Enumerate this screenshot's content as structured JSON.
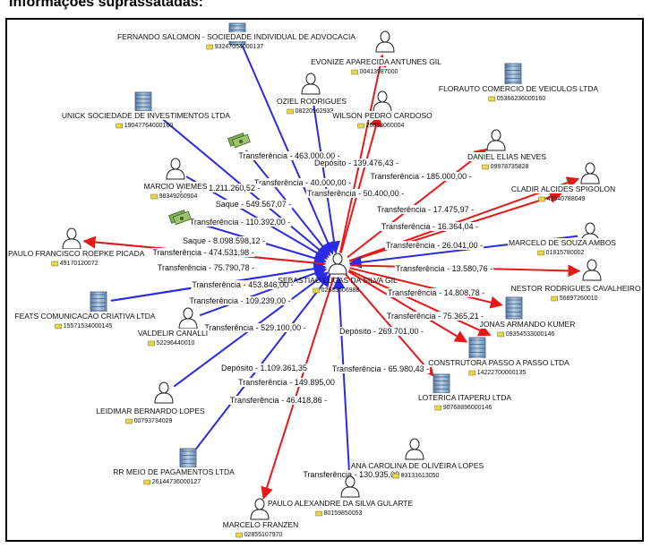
{
  "caption": "Informações suprassatadas:",
  "colors": {
    "blue": "#2a2ae8",
    "red": "#e81818",
    "frame": "#000000"
  },
  "center": {
    "name": "SEBASTIAO LUCAS DA SILVA GIL",
    "doc": "02683506988"
  },
  "nodes": [
    {
      "id": "fernando",
      "name": "FERNANDO SALOMON - SOCIEDADE INDIVIDUAL DE ADVOCACIA",
      "doc": "93247054000137",
      "icon": "building-icon"
    },
    {
      "id": "evonize",
      "name": "EVONIZE APARECIDA ANTUNES GIL",
      "doc": "00413987000",
      "icon": "person-icon"
    },
    {
      "id": "florauto",
      "name": "FLORAUTO COMERCIO DE VEICULOS LTDA",
      "doc": "05366236000160",
      "icon": "building-icon"
    },
    {
      "id": "oziel",
      "name": "OZIEL RODRIGUES",
      "doc": "08220962933",
      "icon": "person-icon"
    },
    {
      "id": "wilson",
      "name": "WILSON PEDRO CARDOSO",
      "doc": "26653060004",
      "icon": "person-icon"
    },
    {
      "id": "unick",
      "name": "UNICK SOCIEDADE DE INVESTIMENTOS LTDA",
      "doc": "19047764000160",
      "icon": "building-icon"
    },
    {
      "id": "daniel",
      "name": "DANIEL ELIAS NEVES",
      "doc": "09978735828",
      "icon": "person-icon"
    },
    {
      "id": "cladir",
      "name": "CLADIR ALCIDES SPIGOLON",
      "doc": "42940788049",
      "icon": "person-icon"
    },
    {
      "id": "marcio",
      "name": "MARCIO WIEMES",
      "doc": "98349260904",
      "icon": "person-icon"
    },
    {
      "id": "marcelos",
      "name": "MARCELO DE SOUZA AMBOS",
      "doc": "01815780002",
      "icon": "person-icon"
    },
    {
      "id": "paulof",
      "name": "PAULO FRANCISCO ROEPKE PICADA",
      "doc": "49170120072",
      "icon": "person-icon"
    },
    {
      "id": "nestor",
      "name": "NESTOR RODRIGUES CAVALHEIRO",
      "doc": "56897260010",
      "icon": "person-icon"
    },
    {
      "id": "feats",
      "name": "FEATS COMUNICACAO CRIATIVA LTDA",
      "doc": "15571534000145",
      "icon": "building-icon"
    },
    {
      "id": "jonas",
      "name": "JONAS ARMANDO KUMER",
      "doc": "09354533000146",
      "icon": "building-icon"
    },
    {
      "id": "valdelir",
      "name": "VALDELIR CANALLI",
      "doc": "52296440010",
      "icon": "person-icon"
    },
    {
      "id": "construtora",
      "name": "CONSTRUTORA PASSO A PASSO LTDA",
      "doc": "14222700000135",
      "icon": "building-icon"
    },
    {
      "id": "loterica",
      "name": "LOTERICA ITAPERU LTDA",
      "doc": "90768896000146",
      "icon": "building-icon"
    },
    {
      "id": "leidimar",
      "name": "LEIDIMAR BERNARDO LOPES",
      "doc": "00793734029",
      "icon": "person-icon"
    },
    {
      "id": "ana",
      "name": "ANA CAROLINA DE OLIVEIRA LOPES",
      "doc": "03131613050",
      "icon": "person-icon"
    },
    {
      "id": "rr",
      "name": "RR MEIO DE PAGAMENTOS LTDA",
      "doc": "26144736000127",
      "icon": "building-icon"
    },
    {
      "id": "pauloa",
      "name": "PAULO ALEXANDRE DA SILVA GULARTE",
      "doc": "80159850053",
      "icon": "person-icon"
    },
    {
      "id": "marcelof",
      "name": "MARCELO FRANZEN",
      "doc": "02855107970",
      "icon": "person-icon"
    },
    {
      "id": "money1",
      "name": "",
      "doc": "",
      "icon": "money-icon"
    },
    {
      "id": "money2",
      "name": "",
      "doc": "",
      "icon": "money-icon"
    }
  ],
  "edges": [
    {
      "label": "Transferência - 463.000,00 -",
      "color": "blue"
    },
    {
      "label": "Depósito - 139.476,43 -",
      "color": "red"
    },
    {
      "label": "Transferência - 40.000,00 -",
      "color": "blue"
    },
    {
      "label": "Transferência - 50.400,00 -",
      "color": "red"
    },
    {
      "label": "Transferência - 185.000,00 -",
      "color": "red"
    },
    {
      "label": "Depósito - 1.211.260,52 -",
      "color": "blue"
    },
    {
      "label": "Saque - 549.567,07 -",
      "color": "blue"
    },
    {
      "label": "Transferência - 17.475,97 -",
      "color": "red"
    },
    {
      "label": "Transferência - 16.364,04 -",
      "color": "red"
    },
    {
      "label": "Transferência - 110.392,00 -",
      "color": "blue"
    },
    {
      "label": "Transferência - 26.041,00 -",
      "color": "blue"
    },
    {
      "label": "Saque - 8.098.598,12 -",
      "color": "blue"
    },
    {
      "label": "Transferência - 474.531,98 -",
      "color": "blue"
    },
    {
      "label": "Transferência - 75.790,78 -",
      "color": "red"
    },
    {
      "label": "Transferência - 13.580,76 -",
      "color": "red"
    },
    {
      "label": "Transferência - 453.846,00 -",
      "color": "blue"
    },
    {
      "label": "Transferência - 14.808,78 -",
      "color": "red"
    },
    {
      "label": "Transferência - 109.239,00 -",
      "color": "blue"
    },
    {
      "label": "Transferência - 75.365,21 -",
      "color": "red"
    },
    {
      "label": "Transferência - 529.100,00 -",
      "color": "blue"
    },
    {
      "label": "Depósito - 269.701,00 -",
      "color": "red"
    },
    {
      "label": "Depósito - 1.109.361,35",
      "color": "blue"
    },
    {
      "label": "Transferência - 65.980,43 -",
      "color": "red"
    },
    {
      "label": "Transferência - 149.895,00",
      "color": "blue"
    },
    {
      "label": "Transferência - 46.418,86 -",
      "color": "red"
    },
    {
      "label": "Transferência - 130.935,00 -",
      "color": "blue"
    }
  ]
}
